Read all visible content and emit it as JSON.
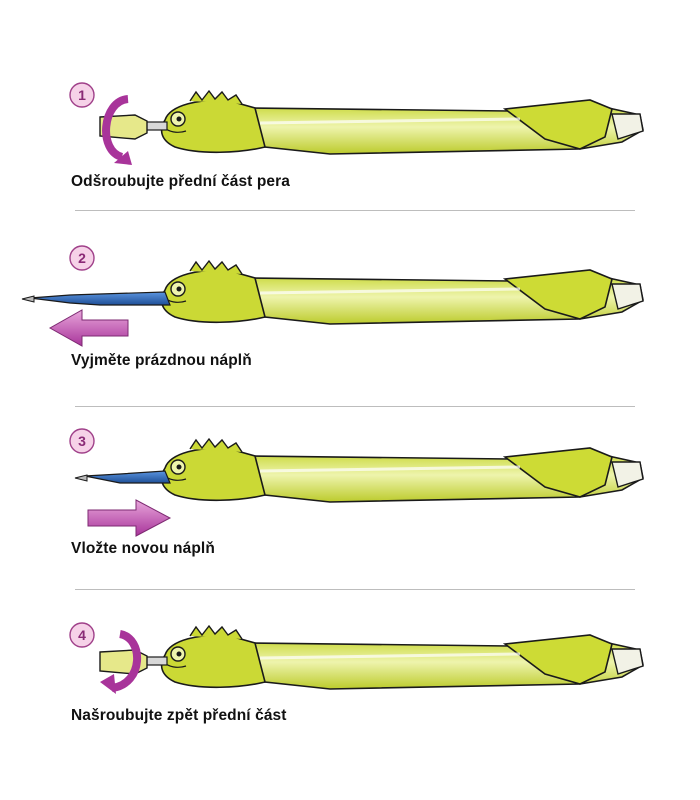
{
  "colors": {
    "pen_body": "#d7e34a",
    "pen_body_light": "#eef3a8",
    "pen_outline": "#1a1a1a",
    "refill_blue": "#2f6fc4",
    "arrow_magenta": "#b23fa0",
    "badge_fill": "#f6d2e8",
    "badge_stroke": "#a0418a"
  },
  "steps": [
    {
      "number": "1",
      "caption": "Odšroubujte přední část pera",
      "icons": [
        "rotate-ccw-arrow-icon"
      ]
    },
    {
      "number": "2",
      "caption": "Vyjměte prázdnou náplň",
      "icons": [
        "arrow-left-icon"
      ]
    },
    {
      "number": "3",
      "caption": "Vložte novou náplň",
      "icons": [
        "arrow-right-icon"
      ]
    },
    {
      "number": "4",
      "caption": "Našroubujte zpět přední část",
      "icons": [
        "rotate-cw-arrow-icon"
      ]
    }
  ]
}
